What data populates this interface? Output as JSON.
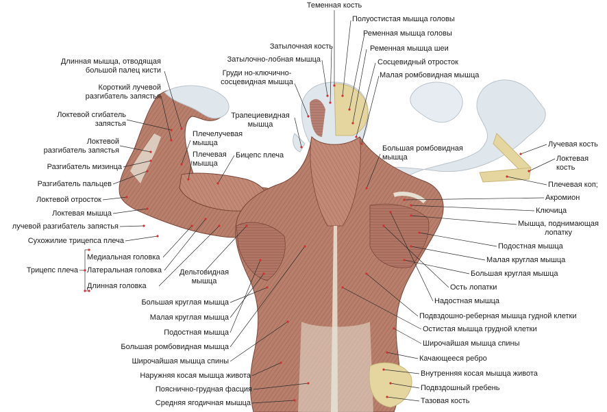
{
  "labels": {
    "top_parietal": "Теменная кость",
    "semispinalis_capitis": "Полуостистая мышца головы",
    "splenius_capitis": "Ременная мышца головы",
    "occipital_bone": "Затылочная кость",
    "splenius_cervicis": "Ременная мышца шеи",
    "occipitofrontalis": "Затылочно-лобная мышца",
    "mastoid_process": "Сосцевидный отросток",
    "scm_line1": "Груди но-ключично-",
    "scm_line2": "сосцевидная мышца",
    "rhomboid_minor": "Малая ромбовидная мышца",
    "trapezius_line1": "Трапециевидная",
    "trapezius_line2": "мышца",
    "abductor_line1": "Длинная мышца, отводящая",
    "abductor_line2": "большой палец кисти",
    "ecrb_line1": "Короткий лучевой",
    "ecrb_line2": "разгибатель запястья",
    "fcu_line1": "Локтевой сгибатель",
    "fcu_line2": "запястья",
    "ecu_line1": "Локтевой",
    "ecu_line2": "разгибатель запястья",
    "brachioradialis_line1": "Плечелучевая",
    "brachioradialis_line2": "мышца",
    "brachialis_line1": "Плечевая",
    "brachialis_line2": "мышца",
    "biceps": "Бицепс плеча",
    "rhomboid_major_line1": "Большая ромбовидная",
    "rhomboid_major_line2": "мышца",
    "ext_digiti_minimi": "Разгибатель мизинца",
    "ext_digitorum": "Разгибатель пальцев",
    "olecranon": "Локтевой отросток",
    "anconeus": "Локтевая мышца",
    "ecrl": "лучевой разгибатель запястья",
    "triceps_tendon": "Сухожилие трицепса плеча",
    "triceps": "Трицепс плеча",
    "medial_head": "Медиальная головка",
    "lateral_head": "Латеральная головка",
    "long_head": "Длинная головка",
    "deltoid_line1": "Дельтовидная",
    "deltoid_line2": "мышца",
    "teres_major_l": "Большая круглая мышца",
    "teres_minor_l": "Малая круглая мышца",
    "infraspinatus_l": "Подостная мышца",
    "rhomboid_major_l": "Большая ромбовидная мышца",
    "latissimus_l": "Широчайшая мышца спины",
    "external_oblique": "Наружняя косая мышца живота",
    "thoracolumbar": "Пояснично-грудная фасция",
    "gluteus_medius": "Средняя ягодичная мышца",
    "radius": "Лучевая кость",
    "ulna_line1": "Локтевая",
    "ulna_line2": "кость",
    "humerus": "Плечевая коп;",
    "acromion": "Акромион",
    "clavicle": "Ключица",
    "levator_line1": "Мышца, поднимающая",
    "levator_line2": "лопатку",
    "infraspinatus_r": "Подостная мышца",
    "teres_minor_r": "Малая круглая мышца",
    "teres_major_r": "Большая круглая мышца",
    "scapular_spine": "Ость лопатки",
    "supraspinatus": "Надостная мышца",
    "iliocostalis": "Подвздошно-реберная мышца гудной клетки",
    "spinalis": "Остистая мышца грудной клетки",
    "latissimus_r": "Широчайшая мышца спины",
    "floating_rib": "Качающееся ребро",
    "internal_oblique": "Внутренняя косая мышца живота",
    "iliac_crest": "Подвздошный гребень",
    "pelvic_bone": "Тазовая кость"
  },
  "colors": {
    "muscle": "#b87f6c",
    "muscle_dark": "#8e5646",
    "tendon": "#e6e0d2",
    "bone": "#e5d6a0",
    "skin": "#dfe6ec",
    "leader": "#2a2a2a",
    "pin": "#d23030"
  }
}
